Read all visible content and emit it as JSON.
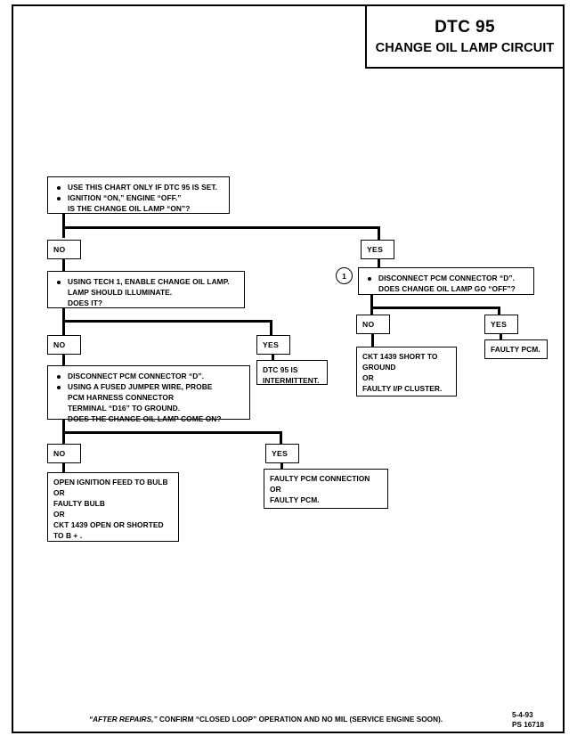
{
  "title": {
    "code": "DTC 95",
    "name": "CHANGE OIL LAMP CIRCUIT"
  },
  "flow": {
    "start_box": {
      "bullets": [
        [
          "USE THIS CHART ONLY IF DTC 95 IS SET."
        ],
        [
          "IGNITION “ON,” ENGINE “OFF.”",
          "IS THE CHANGE OIL LAMP “ON”?"
        ]
      ]
    },
    "branch1_no_label": "NO",
    "branch1_yes_label": "YES",
    "step2_box": {
      "bullets": [
        [
          "USING TECH 1, ENABLE CHANGE OIL LAMP.",
          "LAMP SHOULD ILLUMINATE.",
          "DOES IT?"
        ]
      ]
    },
    "step2r_marker": "1",
    "step2r_box": {
      "bullets": [
        [
          "DISCONNECT PCM CONNECTOR “D”.",
          "DOES CHANGE OIL LAMP GO “OFF”?"
        ]
      ]
    },
    "branch2_no_label": "NO",
    "branch2_yes_label": "YES",
    "branch2r_no_label": "NO",
    "branch2r_yes_label": "YES",
    "result_intermittent": {
      "lines": [
        "DTC 95 IS",
        "INTERMITTENT."
      ]
    },
    "result_ckt_short": {
      "lines": [
        "CKT 1439 SHORT TO",
        "GROUND",
        "OR",
        "FAULTY I/P CLUSTER."
      ]
    },
    "result_faulty_pcm_right": {
      "lines": [
        "FAULTY PCM."
      ]
    },
    "step3_box": {
      "bullets": [
        [
          "DISCONNECT PCM CONNECTOR “D”."
        ],
        [
          "USING A FUSED JUMPER WIRE, PROBE",
          "PCM HARNESS CONNECTOR",
          "TERMINAL “D16” TO GROUND.",
          "DOES THE CHANGE OIL LAMP COME ON?"
        ]
      ]
    },
    "branch3_no_label": "NO",
    "branch3_yes_label": "YES",
    "result_open_ignition": {
      "lines": [
        "OPEN IGNITION FEED TO BULB",
        "OR",
        "FAULTY BULB",
        "OR",
        "CKT 1439 OPEN OR SHORTED",
        "TO B + ."
      ]
    },
    "result_faulty_pcm_conn": {
      "lines": [
        "FAULTY PCM CONNECTION",
        "OR",
        "FAULTY PCM."
      ]
    }
  },
  "footer": {
    "note_italic": "“AFTER REPAIRS,”",
    "note_rest": " CONFIRM “CLOSED LOOP” OPERATION AND NO MIL (SERVICE ENGINE SOON).",
    "date": "5-4-93",
    "code": "PS 16718"
  }
}
